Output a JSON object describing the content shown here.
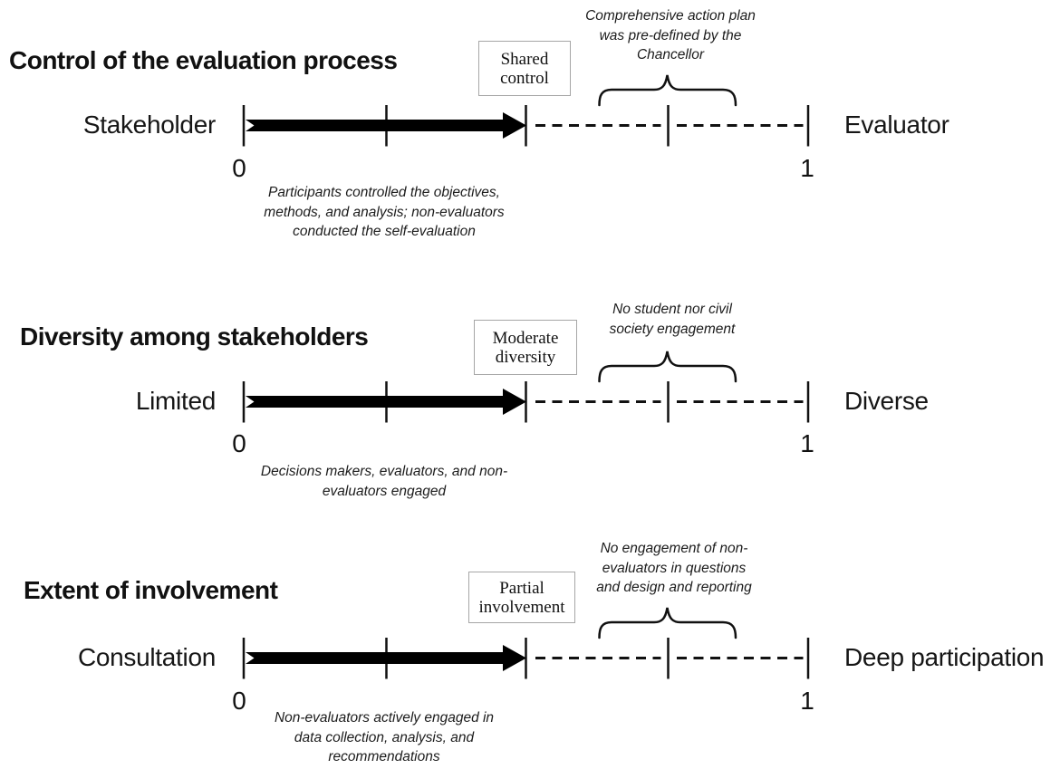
{
  "figure": {
    "background": "#ffffff",
    "colors": {
      "ink": "#111111",
      "box_border": "#a6a6a6"
    },
    "scale": {
      "tick_positions": [
        0,
        0.25,
        0.5,
        0.75,
        1
      ],
      "solid_segment": [
        0,
        0.5
      ],
      "dashed_segment": [
        0.5,
        1
      ],
      "brace_range": [
        0.63,
        0.87
      ]
    },
    "rows": [
      {
        "title": "Control of the evaluation process",
        "left_label": "Stakeholder",
        "right_label": "Evaluator",
        "scale_start": "0",
        "scale_end": "1",
        "arrow_extent": 0.5,
        "box_label": "Shared\ncontrol",
        "annotation": "Comprehensive action plan\nwas pre-defined by the\nChancellor",
        "caption": "Participants controlled the objectives,\nmethods, and analysis; non-evaluators\nconducted the self-evaluation"
      },
      {
        "title": "Diversity among stakeholders",
        "left_label": "Limited",
        "right_label": "Diverse",
        "scale_start": "0",
        "scale_end": "1",
        "arrow_extent": 0.5,
        "box_label": "Moderate\ndiversity",
        "annotation": "No student nor civil\nsociety engagement",
        "caption": "Decisions makers, evaluators, and non-\nevaluators engaged"
      },
      {
        "title": "Extent of involvement",
        "left_label": "Consultation",
        "right_label": "Deep participation",
        "scale_start": "0",
        "scale_end": "1",
        "arrow_extent": 0.5,
        "box_label": "Partial\ninvolvement",
        "annotation": "No engagement of non-\nevaluators in questions\nand design and reporting",
        "caption": "Non-evaluators actively engaged in\ndata collection, analysis, and\nrecommendations"
      }
    ]
  }
}
